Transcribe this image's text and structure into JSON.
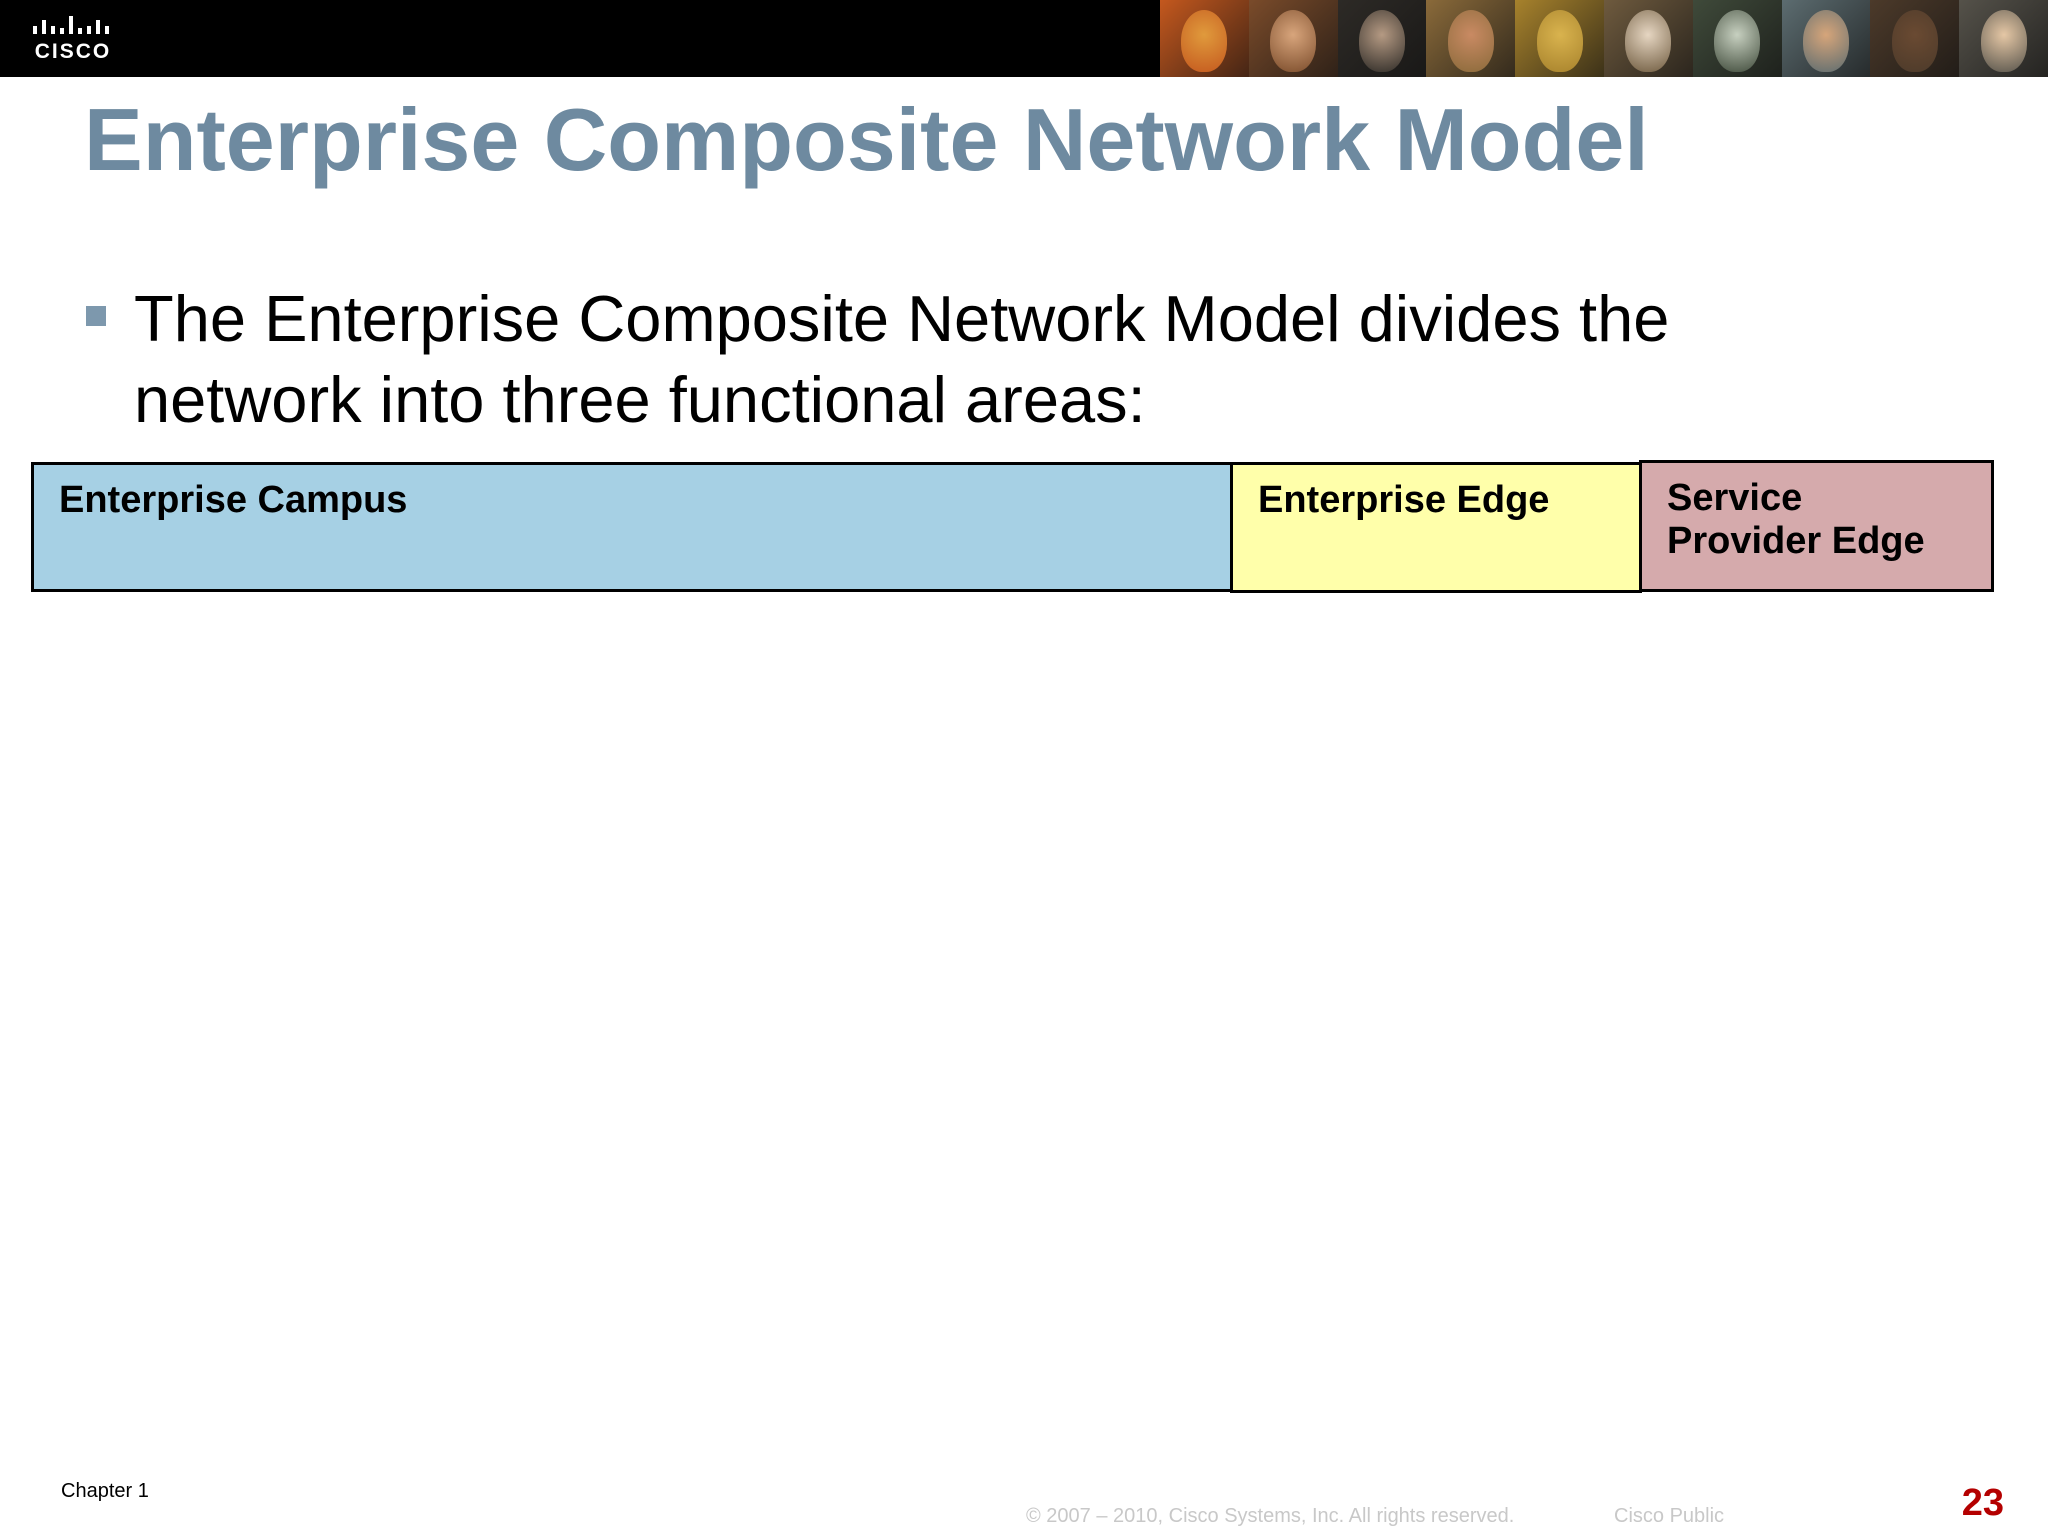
{
  "header": {
    "logo_text": "CISCO",
    "logo_icon": "cisco-bridge-bars-icon",
    "photo_strip": {
      "tiles": [
        {
          "bg": "#c4581e",
          "face": "#e09a3c"
        },
        {
          "bg": "#7a4b2a",
          "face": "#d8a57c"
        },
        {
          "bg": "#2d2a26",
          "face": "#b59a83"
        },
        {
          "bg": "#8a6a3a",
          "face": "#c98a63"
        },
        {
          "bg": "#a7822c",
          "face": "#d9b34e"
        },
        {
          "bg": "#6e5a3e",
          "face": "#e6d6c2"
        },
        {
          "bg": "#3f4a3a",
          "face": "#c7d0c0"
        },
        {
          "bg": "#5c6c70",
          "face": "#d6a57a"
        },
        {
          "bg": "#4c3a2a",
          "face": "#6a4a32"
        },
        {
          "bg": "#55524a",
          "face": "#e5c7a5"
        }
      ]
    }
  },
  "slide": {
    "title": "Enterprise Composite Network Model",
    "bullet": "The Enterprise Composite Network Model divides the network into three functional areas:",
    "areas": [
      {
        "label": "Enterprise Campus",
        "color": "#a6d0e4"
      },
      {
        "label": "Enterprise Edge",
        "color": "#ffffaa"
      },
      {
        "label": "Service\nProvider Edge",
        "color": "#d5aaac"
      }
    ]
  },
  "footer": {
    "chapter": "Chapter 1",
    "copyright": "© 2007 – 2010, Cisco Systems, Inc. All rights reserved.",
    "classification": "Cisco Public",
    "page_number": "23"
  },
  "colors": {
    "title": "#6e8aa0",
    "bullet_square": "#7d98ad",
    "page_number": "#b40000",
    "header_bg": "#000000"
  }
}
